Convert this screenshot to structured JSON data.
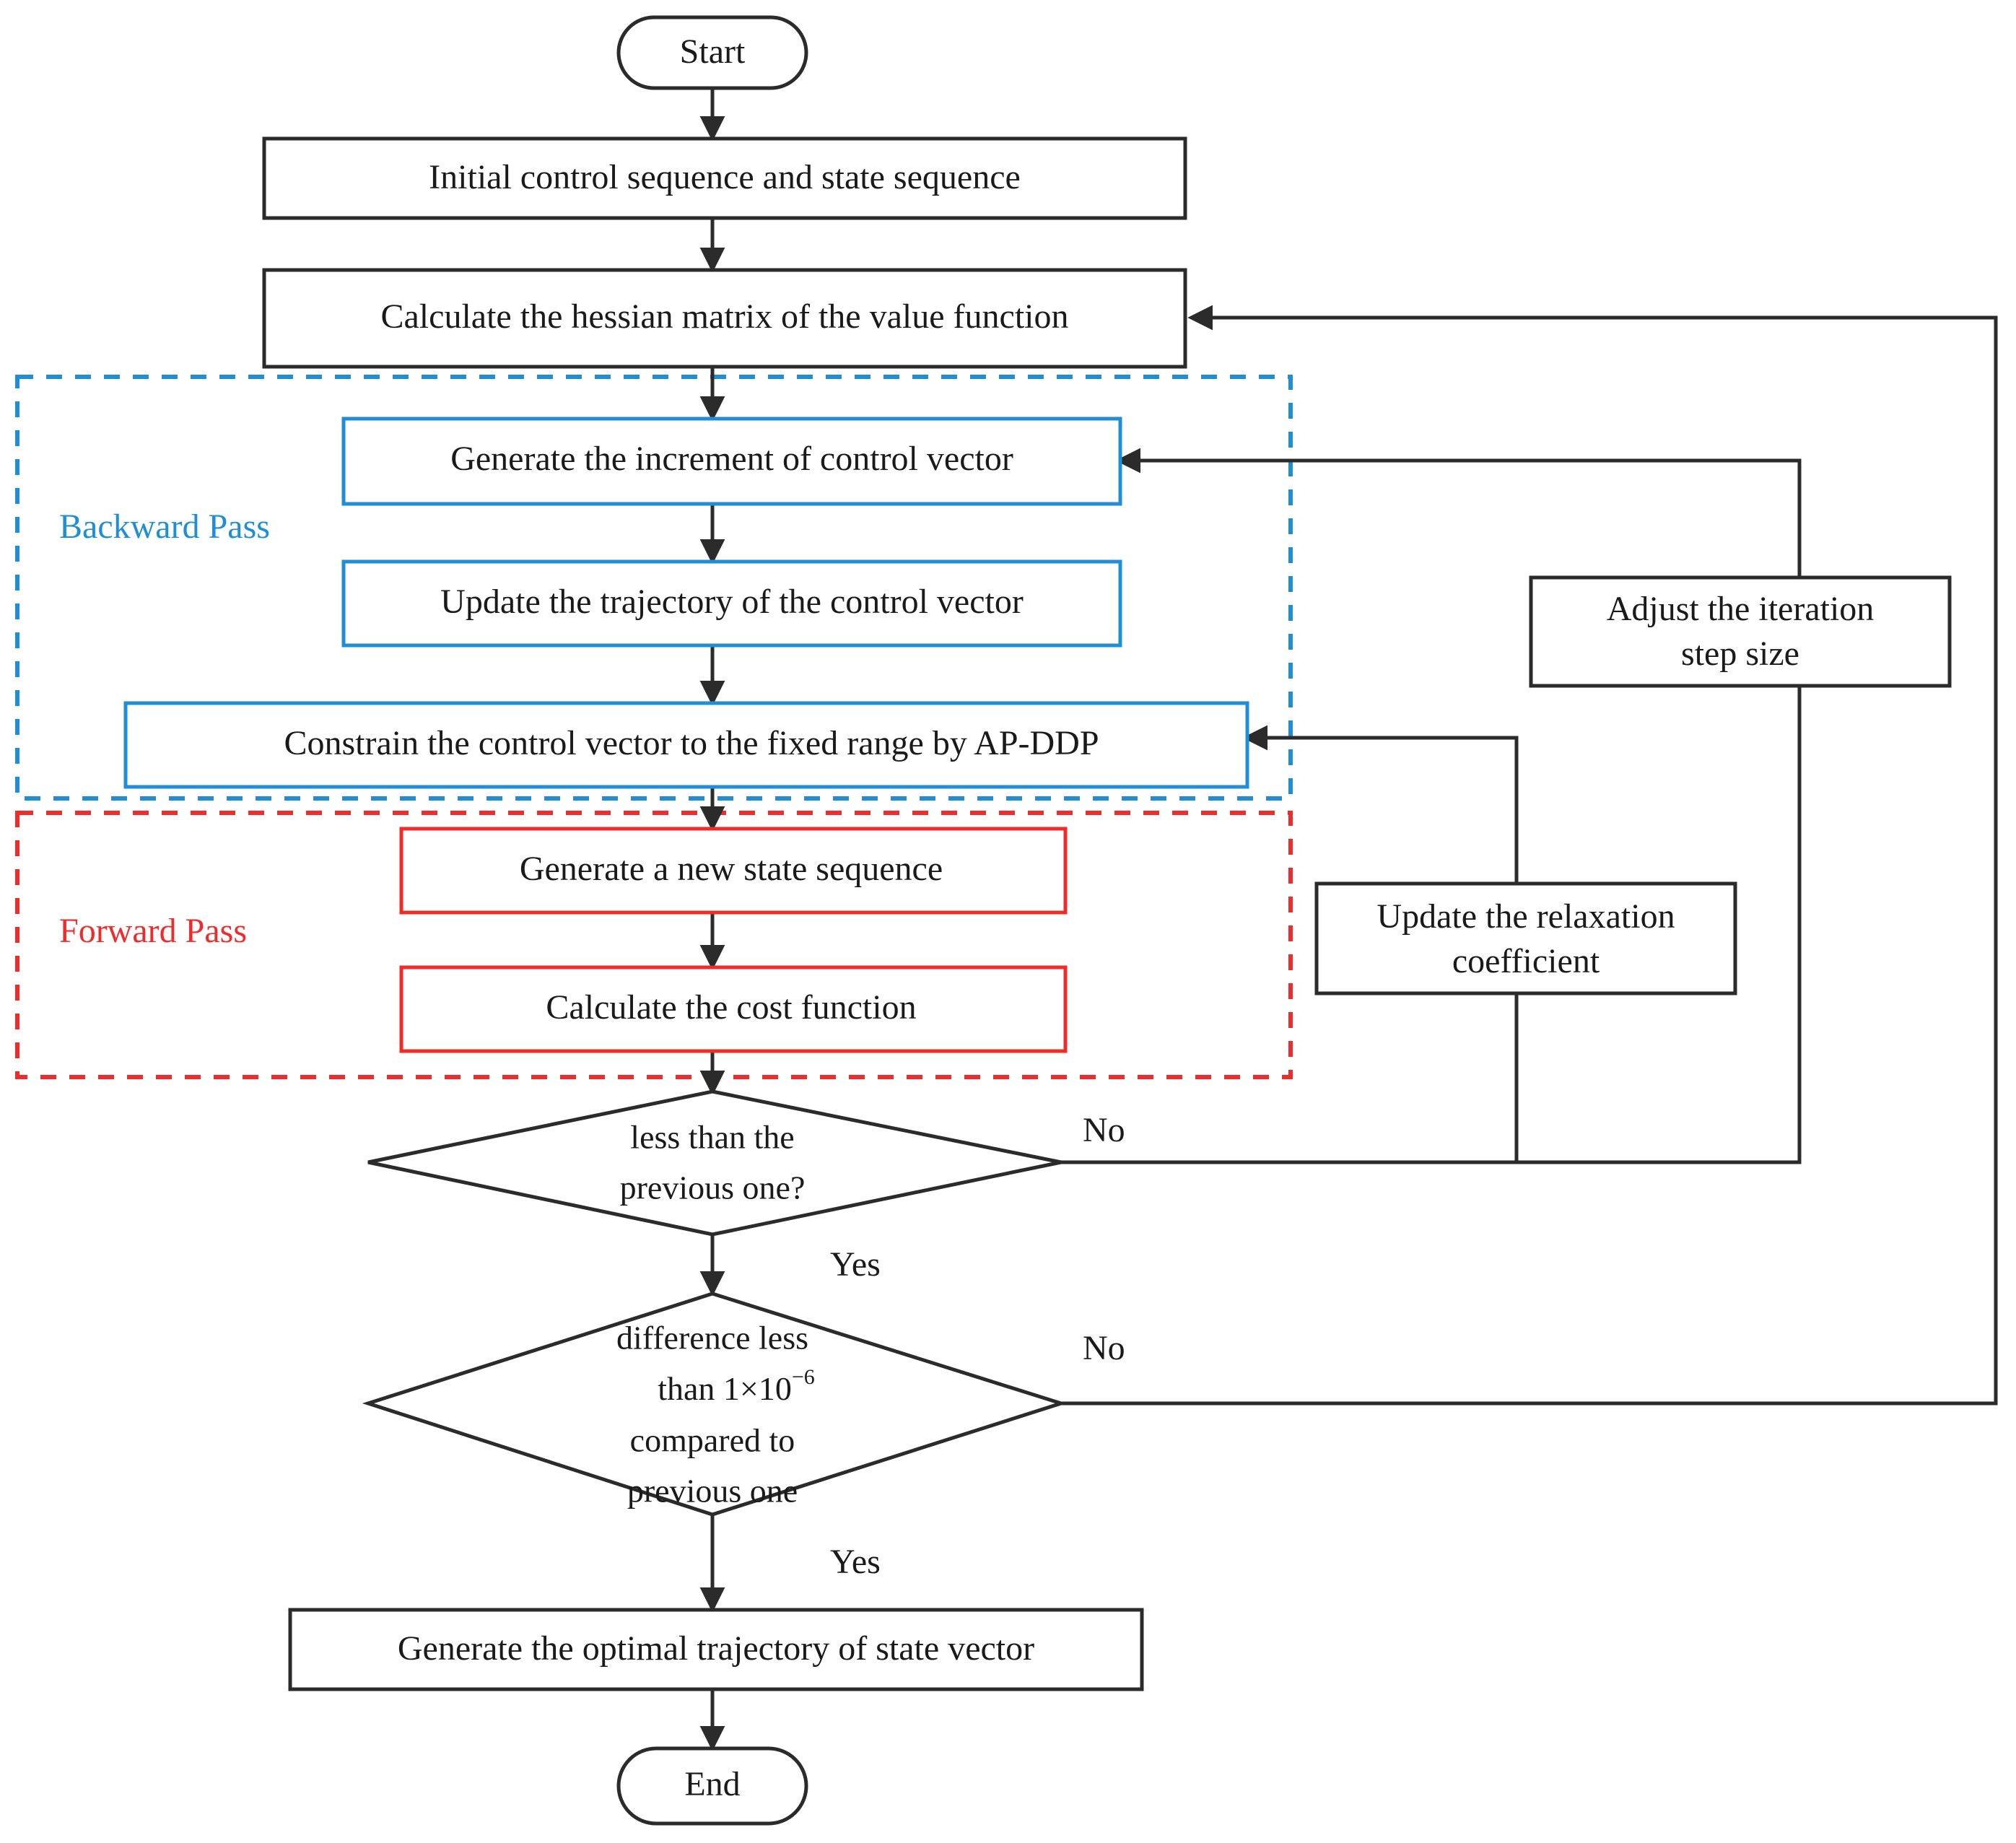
{
  "diagram": {
    "title": "AP-DDP optimization algorithm flowchart",
    "colors": {
      "backward_pass": "#1f8ed6",
      "forward_pass": "#ef2b2b",
      "default_stroke": "#2b2b2b",
      "background": "#ffffff"
    }
  },
  "nodes": {
    "start": {
      "label": "Start",
      "shape": "capsule"
    },
    "init": {
      "label": "Initial control sequence and state sequence",
      "shape": "rect"
    },
    "hessian": {
      "label": "Calculate the hessian matrix of the value function",
      "shape": "rect"
    },
    "increment": {
      "label": "Generate the increment of control vector",
      "shape": "rect"
    },
    "update_traj": {
      "label": "Update the trajectory of the control vector",
      "shape": "rect"
    },
    "constrain": {
      "label": "Constrain the control vector to the fixed range by AP-DDP",
      "shape": "rect"
    },
    "new_state": {
      "label": "Generate a new state sequence",
      "shape": "rect"
    },
    "cost": {
      "label": "Calculate the cost function",
      "shape": "rect"
    },
    "adjust_step": {
      "label_line1": "Adjust the iteration",
      "label_line2": "step size",
      "shape": "rect"
    },
    "update_relax": {
      "label_line1": "Update the relaxation",
      "label_line2": "coefficient",
      "shape": "rect"
    },
    "decision_cost": {
      "line1": "less than the",
      "line2": "previous one?",
      "shape": "diamond"
    },
    "decision_conv": {
      "line1": "difference  less",
      "line2_prefix": "than 1×10",
      "line2_exp": "−6",
      "line3": "compared to",
      "line4": "previous one",
      "shape": "diamond"
    },
    "optimal": {
      "label": "Generate the optimal trajectory of state vector",
      "shape": "rect"
    },
    "end": {
      "label": "End",
      "shape": "capsule"
    }
  },
  "groups": {
    "backward": {
      "label": "Backward Pass",
      "color": "#1f8ed6"
    },
    "forward": {
      "label": "Forward Pass",
      "color": "#ef2b2b"
    }
  },
  "edge_labels": {
    "cost_no": "No",
    "cost_yes": "Yes",
    "conv_no": "No",
    "conv_yes": "Yes"
  }
}
